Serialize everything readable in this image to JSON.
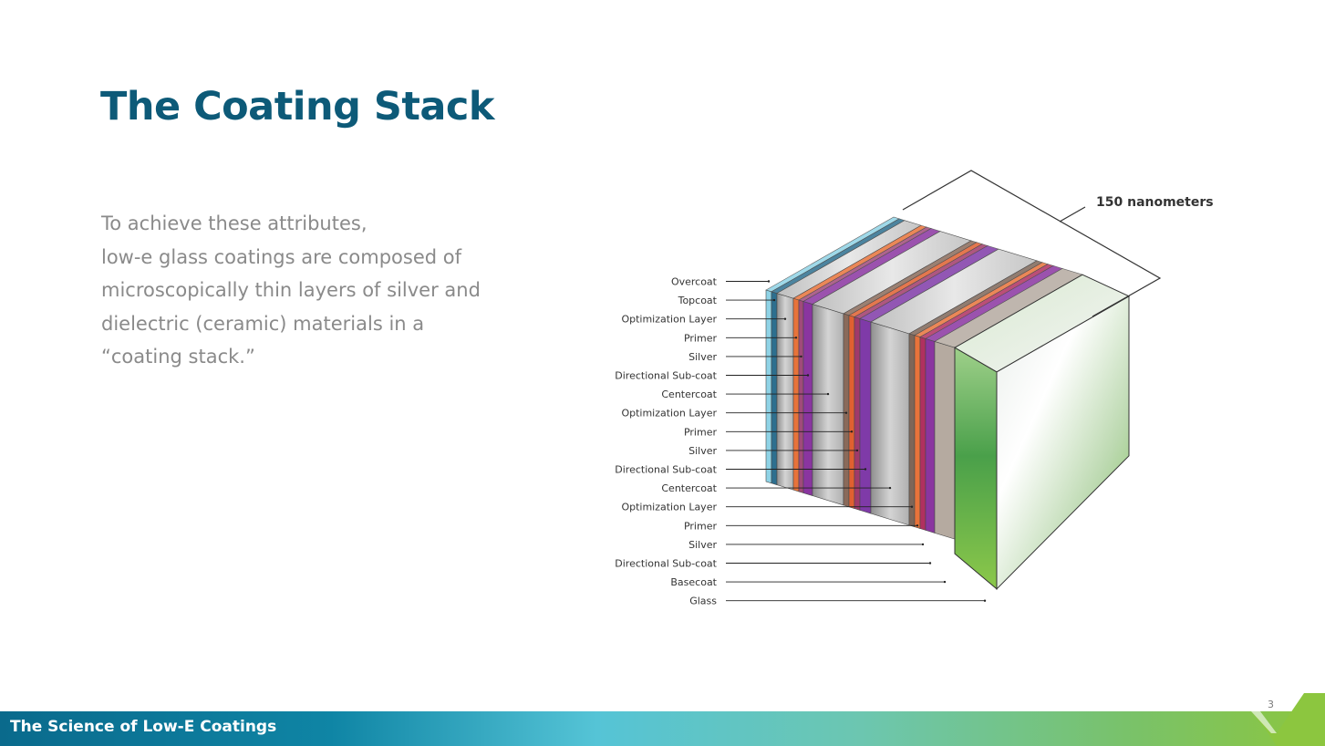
{
  "slide": {
    "title": "The Coating Stack",
    "body_lines": [
      "To achieve these attributes,",
      "low-e glass coatings are composed of",
      "microscopically thin layers of silver and",
      "dielectric (ceramic) materials in a",
      "“coating stack.”"
    ],
    "page_number": "3"
  },
  "footer": {
    "title": "The Science of Low-E Coatings"
  },
  "diagram": {
    "thickness_label": "150 nanometers",
    "layers": [
      {
        "label": "Overcoat",
        "color": "#8fd3e6"
      },
      {
        "label": "Topcoat",
        "color": "#2d6f8f"
      },
      {
        "label": "Optimization Layer",
        "color": "#8e8e8e"
      },
      {
        "label": "Primer",
        "color": "#e8733a"
      },
      {
        "label": "Silver",
        "color": "#a04a7a"
      },
      {
        "label": "Directional Sub-coat",
        "color": "#8a35a0"
      },
      {
        "label": "Centercoat",
        "color": "#9c9c9c"
      },
      {
        "label": "Optimization Layer",
        "color": "#8a6a5a"
      },
      {
        "label": "Primer",
        "color": "#e06030"
      },
      {
        "label": "Silver",
        "color": "#a03a6a"
      },
      {
        "label": "Directional Sub-coat",
        "color": "#7f3aa8"
      },
      {
        "label": "Centercoat",
        "color": "#a2a2a2"
      },
      {
        "label": "Optimization Layer",
        "color": "#7e6658"
      },
      {
        "label": "Primer",
        "color": "#e8733a"
      },
      {
        "label": "Silver",
        "color": "#b03060"
      },
      {
        "label": "Directional Sub-coat",
        "color": "#8a35a0"
      },
      {
        "label": "Basecoat",
        "color": "#b5aaa0"
      },
      {
        "label": "Glass",
        "color": "#5cb84a"
      }
    ]
  },
  "colors": {
    "title": "#0d5a78",
    "body_text": "#8a8a8a",
    "brand_green": "#8cc63f",
    "brand_teal": "#0a6a8c"
  }
}
